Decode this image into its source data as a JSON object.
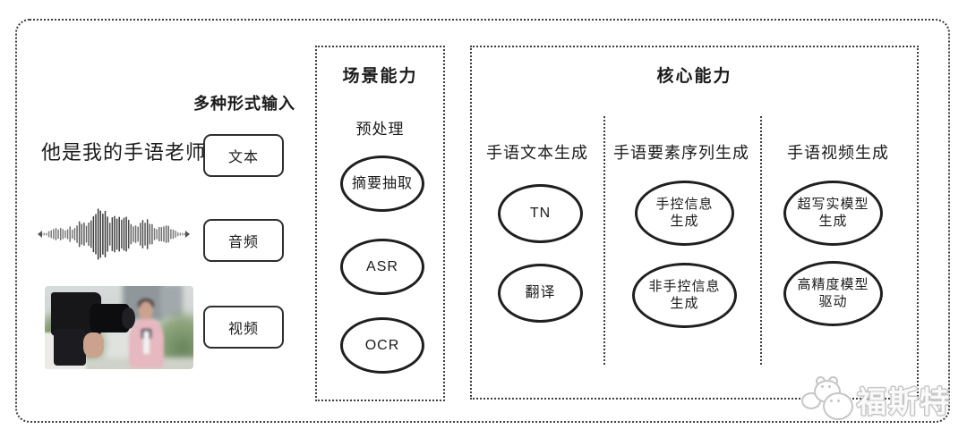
{
  "input_section": {
    "label": "多种形式输入",
    "sample_text": "他是我的手语老师",
    "types": [
      {
        "label": "文本"
      },
      {
        "label": "音频"
      },
      {
        "label": "视频"
      }
    ]
  },
  "scene_box": {
    "title": "场景能力",
    "subtitle": "预处理",
    "items": [
      "摘要抽取",
      "ASR",
      "OCR"
    ]
  },
  "core_box": {
    "title": "核心能力",
    "columns": [
      {
        "header": "手语文本生成",
        "items": [
          "TN",
          "翻译"
        ]
      },
      {
        "header": "手语要素序列生成",
        "items": [
          "手控信息\n生成",
          "非手控信息\n生成"
        ]
      },
      {
        "header": "手语视频生成",
        "items": [
          "超写实模型\n生成",
          "高精度模型\n驱动"
        ]
      }
    ]
  },
  "watermark": {
    "text": "福斯特"
  },
  "colors": {
    "stroke": "#1f1f1f",
    "dotted_border": "#3d3d3d",
    "watermark": "#c6c6c6"
  }
}
